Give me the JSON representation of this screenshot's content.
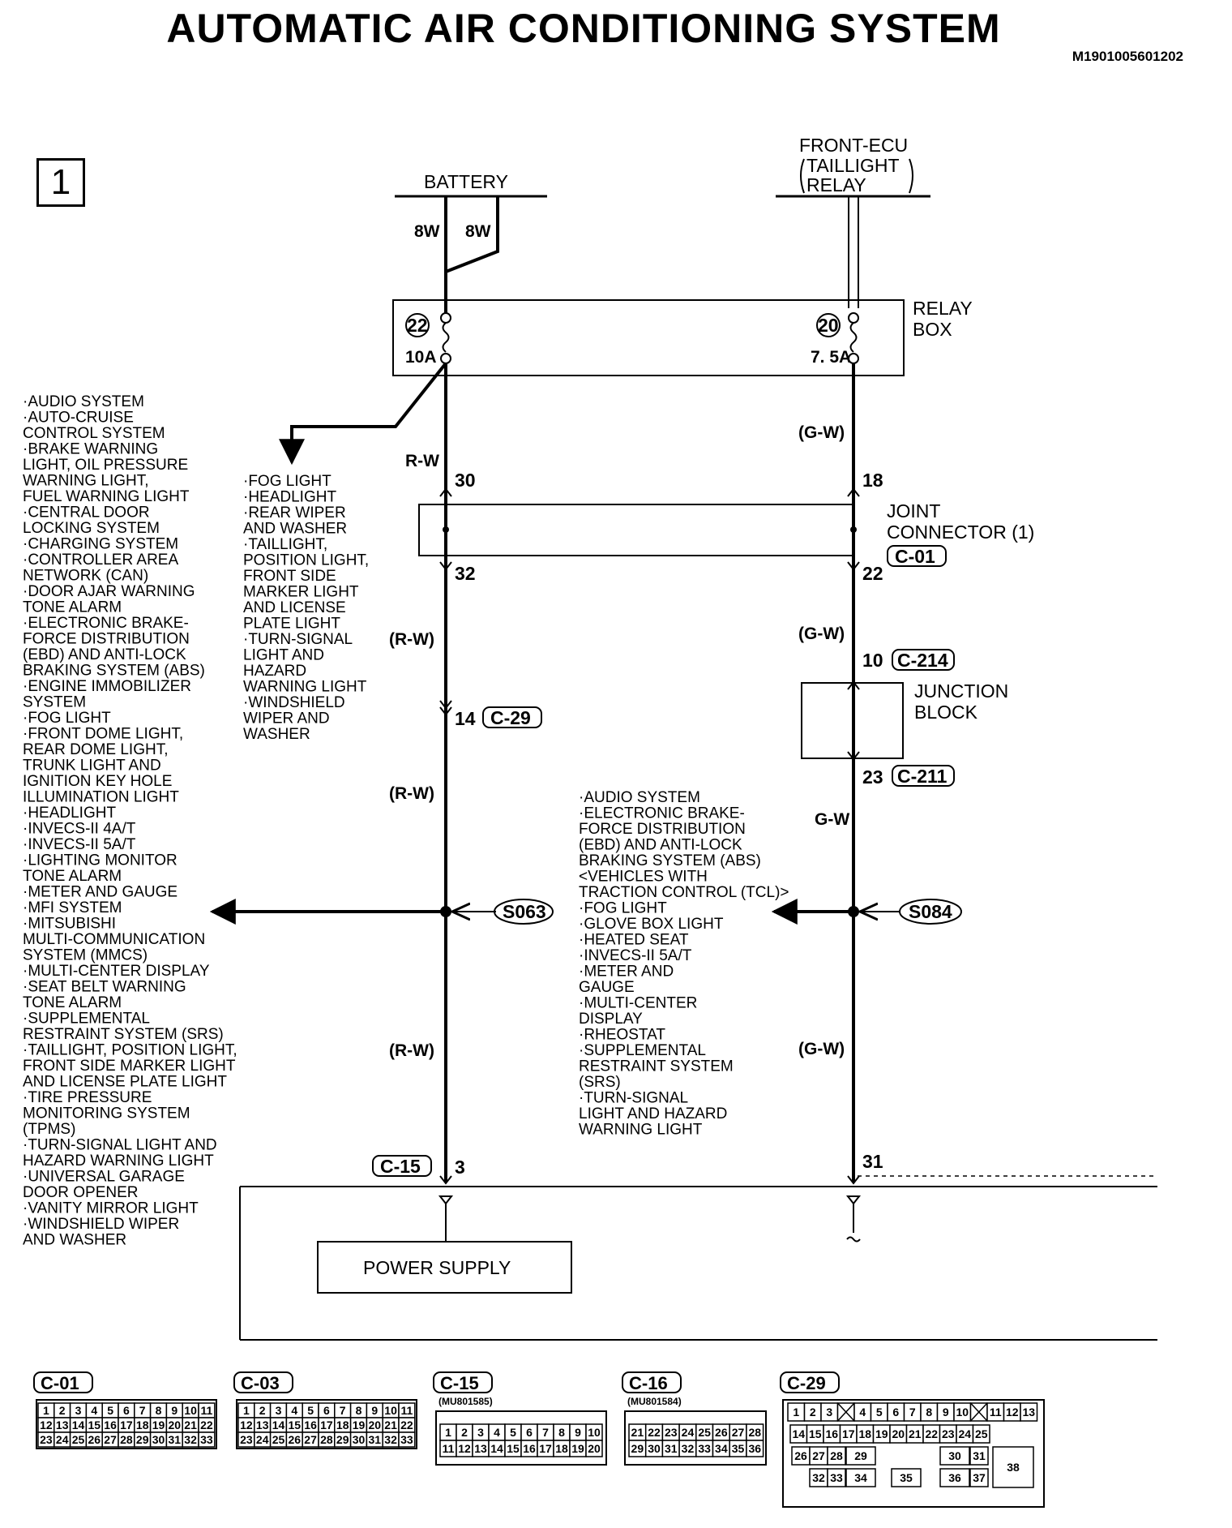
{
  "title": "AUTOMATIC AIR CONDITIONING SYSTEM",
  "diagram_code": "M1901005601202",
  "page_number": "1",
  "components": {
    "battery": "BATTERY",
    "front_ecu": [
      "FRONT-ECU",
      "TAILLIGHT",
      "RELAY"
    ],
    "relay_box": [
      "RELAY",
      "BOX"
    ],
    "joint_connector": [
      "JOINT",
      "CONNECTOR (1)"
    ],
    "junction_block": [
      "JUNCTION",
      "BLOCK"
    ],
    "power_supply": "POWER SUPPLY"
  },
  "fuses": [
    {
      "number": "22",
      "rating": "10A"
    },
    {
      "number": "20",
      "rating": "7. 5A"
    }
  ],
  "wire_colors": {
    "battery_left": "8W",
    "battery_right": "8W",
    "left_1": "R-W",
    "left_2": "(R-W)",
    "left_3": "(R-W)",
    "left_4": "(R-W)",
    "right_1": "(G-W)",
    "right_2": "(G-W)",
    "right_3": "G-W",
    "right_4": "(G-W)"
  },
  "pins": {
    "jc_left_top": "30",
    "jc_left_bottom": "32",
    "jc_right_top": "18",
    "jc_right_bottom": "22",
    "c29_pin": "14",
    "jb_top": "10",
    "jb_bottom": "23",
    "c15_pin": "3",
    "right_bottom": "31"
  },
  "connector_tags": {
    "c01": "C-01",
    "c29": "C-29",
    "c214": "C-214",
    "c211": "C-211",
    "c15": "C-15"
  },
  "splices": {
    "left": "S063",
    "right": "S084"
  },
  "list_left": [
    "·AUDIO SYSTEM",
    "·AUTO-CRUISE",
    " CONTROL SYSTEM",
    "·BRAKE WARNING",
    " LIGHT, OIL PRESSURE",
    " WARNING LIGHT,",
    " FUEL WARNING LIGHT",
    "·CENTRAL DOOR",
    " LOCKING SYSTEM",
    "·CHARGING SYSTEM",
    "·CONTROLLER AREA",
    " NETWORK (CAN)",
    "·DOOR AJAR WARNING",
    " TONE ALARM",
    "·ELECTRONIC BRAKE-",
    " FORCE DISTRIBUTION",
    " (EBD) AND ANTI-LOCK",
    " BRAKING SYSTEM (ABS)",
    "·ENGINE IMMOBILIZER",
    " SYSTEM",
    "·FOG LIGHT",
    "·FRONT DOME LIGHT,",
    " REAR DOME LIGHT,",
    " TRUNK LIGHT AND",
    " IGNITION KEY HOLE",
    " ILLUMINATION LIGHT",
    "·HEADLIGHT",
    "·INVECS-II 4A/T",
    "·INVECS-II 5A/T",
    "·LIGHTING MONITOR",
    " TONE ALARM",
    "·METER AND GAUGE",
    "·MFI SYSTEM",
    "·MITSUBISHI",
    " MULTI-COMMUNICATION",
    " SYSTEM (MMCS)",
    "·MULTI-CENTER DISPLAY",
    "·SEAT BELT WARNING",
    " TONE ALARM",
    "·SUPPLEMENTAL",
    " RESTRAINT SYSTEM (SRS)",
    "·TAILLIGHT, POSITION LIGHT,",
    " FRONT SIDE MARKER LIGHT",
    " AND LICENSE PLATE LIGHT",
    "·TIRE PRESSURE",
    " MONITORING SYSTEM",
    " (TPMS)",
    "·TURN-SIGNAL LIGHT AND",
    " HAZARD WARNING LIGHT",
    "·UNIVERSAL GARAGE",
    " DOOR OPENER",
    "·VANITY MIRROR LIGHT",
    "·WINDSHIELD WIPER",
    " AND WASHER"
  ],
  "list_middle": [
    "·FOG LIGHT",
    "·HEADLIGHT",
    "·REAR WIPER",
    " AND WASHER",
    "·TAILLIGHT,",
    " POSITION LIGHT,",
    " FRONT SIDE",
    " MARKER LIGHT",
    " AND LICENSE",
    " PLATE LIGHT",
    "·TURN-SIGNAL",
    " LIGHT AND",
    " HAZARD",
    " WARNING LIGHT",
    "·WINDSHIELD",
    " WIPER AND",
    " WASHER"
  ],
  "list_right": [
    "·AUDIO SYSTEM",
    "·ELECTRONIC BRAKE-",
    " FORCE DISTRIBUTION",
    " (EBD) AND ANTI-LOCK",
    " BRAKING SYSTEM (ABS)",
    " <VEHICLES WITH",
    " TRACTION CONTROL (TCL)>",
    "·FOG LIGHT",
    "·GLOVE BOX LIGHT",
    "·HEATED SEAT",
    "·INVECS-II 5A/T",
    "·METER AND",
    " GAUGE",
    "·MULTI-CENTER",
    " DISPLAY",
    "·RHEOSTAT",
    "·SUPPLEMENTAL",
    " RESTRAINT SYSTEM",
    " (SRS)",
    "·TURN-SIGNAL",
    " LIGHT AND HAZARD",
    " WARNING LIGHT"
  ],
  "connector_views": [
    {
      "label": "C-01",
      "part": "",
      "rows": [
        [
          "1",
          "2",
          "3",
          "4",
          "5",
          "6",
          "7",
          "8",
          "9",
          "10",
          "11"
        ],
        [
          "12",
          "13",
          "14",
          "15",
          "16",
          "17",
          "18",
          "19",
          "20",
          "21",
          "22"
        ],
        [
          "23",
          "24",
          "25",
          "26",
          "27",
          "28",
          "29",
          "30",
          "31",
          "32",
          "33"
        ]
      ]
    },
    {
      "label": "C-03",
      "part": "",
      "rows": [
        [
          "1",
          "2",
          "3",
          "4",
          "5",
          "6",
          "7",
          "8",
          "9",
          "10",
          "11"
        ],
        [
          "12",
          "13",
          "14",
          "15",
          "16",
          "17",
          "18",
          "19",
          "20",
          "21",
          "22"
        ],
        [
          "23",
          "24",
          "25",
          "26",
          "27",
          "28",
          "29",
          "30",
          "31",
          "32",
          "33"
        ]
      ]
    },
    {
      "label": "C-15",
      "part": "(MU801585)",
      "rows": [
        [
          "1",
          "2",
          "3",
          "4",
          "5",
          "6",
          "7",
          "8",
          "9",
          "10"
        ],
        [
          "11",
          "12",
          "13",
          "14",
          "15",
          "16",
          "17",
          "18",
          "19",
          "20"
        ]
      ]
    },
    {
      "label": "C-16",
      "part": "(MU801584)",
      "rows": [
        [
          "21",
          "22",
          "23",
          "24",
          "25",
          "26",
          "27",
          "28"
        ],
        [
          "29",
          "30",
          "31",
          "32",
          "33",
          "34",
          "35",
          "36"
        ]
      ]
    },
    {
      "label": "C-29",
      "part": "",
      "rows": [
        [
          "1",
          "2",
          "3",
          "",
          "4",
          "5",
          "6",
          "7",
          "8",
          "9",
          "10",
          "",
          "11",
          "12",
          "13"
        ],
        [
          "14",
          "15",
          "16",
          "17",
          "18",
          "19",
          "20",
          "21",
          "22",
          "23",
          "24",
          "25"
        ],
        [
          "26",
          "27",
          "28",
          "29",
          "30",
          "31",
          "38"
        ],
        [
          "32",
          "33",
          "34",
          "35",
          "36",
          "37"
        ]
      ]
    }
  ]
}
